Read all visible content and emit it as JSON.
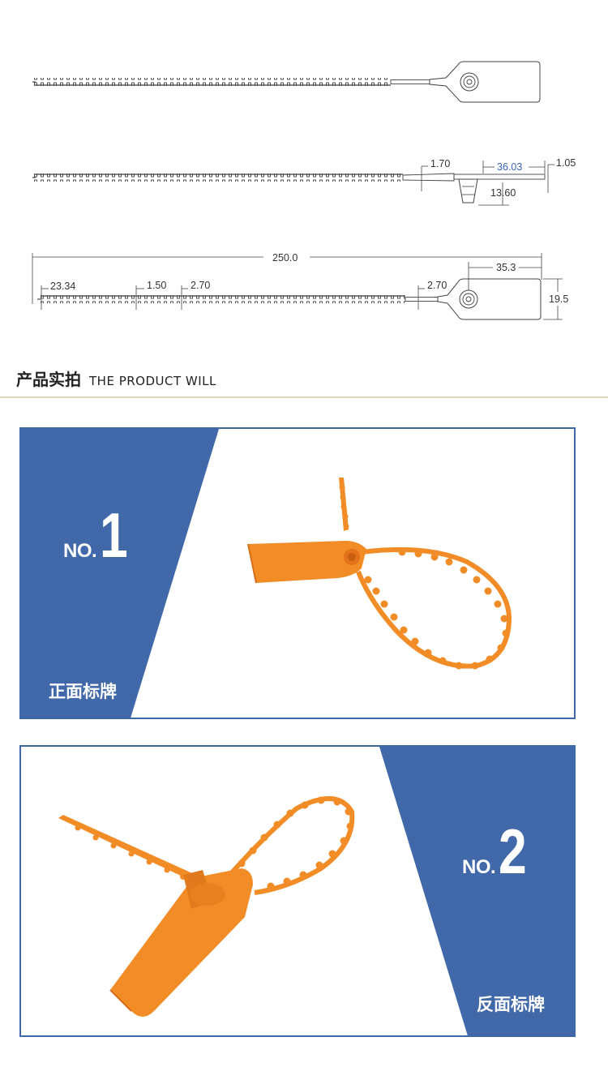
{
  "dimensions": {
    "middle": {
      "d1": "1.70",
      "d2": "36.03",
      "d3": "1.05",
      "d4": "13.60"
    },
    "bottom": {
      "overall": "250.0",
      "tail": "23.34",
      "bead": "1.50",
      "pitch": "2.70",
      "neck": "2.70",
      "tag_len": "35.3",
      "tag_h": "19.5"
    }
  },
  "section": {
    "title_cn": "产品实拍",
    "title_en": "THE PRODUCT WILL"
  },
  "panels": [
    {
      "no_label": "NO.",
      "number": "1",
      "caption": "正面标牌"
    },
    {
      "no_label": "NO.",
      "number": "2",
      "caption": "反面标牌"
    }
  ],
  "colors": {
    "panel_blue": "#4168a8",
    "seal_orange": "#f28c26",
    "divider": "#e3d6bd"
  }
}
